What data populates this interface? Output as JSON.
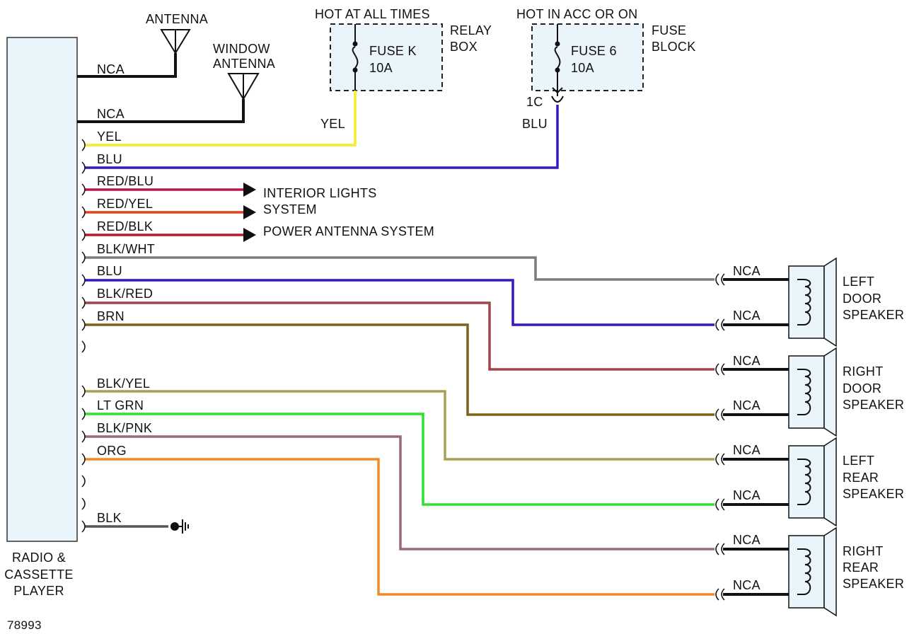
{
  "radio": {
    "label_lines": [
      "RADIO &",
      "CASSETTE",
      "PLAYER"
    ]
  },
  "antennas": {
    "antenna_label": "ANTENNA",
    "window_antenna_lines": [
      "WINDOW",
      "ANTENNA"
    ]
  },
  "relay_box": {
    "header": "HOT AT ALL TIMES",
    "fuse_name": "FUSE K",
    "fuse_rating": "10A",
    "name_lines": [
      "RELAY",
      "BOX"
    ],
    "wire_label": "YEL"
  },
  "fuse_block": {
    "header": "HOT IN ACC OR ON",
    "fuse_name": "FUSE 6",
    "fuse_rating": "10A",
    "name_lines": [
      "FUSE",
      "BLOCK"
    ],
    "connector": "1C",
    "wire_label": "BLU"
  },
  "wires": [
    {
      "label": "NCA",
      "color": "#111111"
    },
    {
      "label": "NCA",
      "color": "#111111"
    },
    {
      "label": "YEL",
      "color": "#f2ec2c"
    },
    {
      "label": "BLU",
      "color": "#3a16c2"
    },
    {
      "label": "RED/BLU",
      "color": "#b6174f"
    },
    {
      "label": "RED/YEL",
      "color": "#e0451a"
    },
    {
      "label": "RED/BLK",
      "color": "#b01c2e"
    },
    {
      "label": "BLK/WHT",
      "color": "#7d7d7d"
    },
    {
      "label": "BLU",
      "color": "#3a16c2"
    },
    {
      "label": "BLK/RED",
      "color": "#a0434c"
    },
    {
      "label": "BRN",
      "color": "#7d6318"
    },
    {
      "label": "BLK/YEL",
      "color": "#a9a052"
    },
    {
      "label": "LT GRN",
      "color": "#2fe02f"
    },
    {
      "label": "BLK/PNK",
      "color": "#9a6a7a"
    },
    {
      "label": "ORG",
      "color": "#ef8a25"
    },
    {
      "label": "BLK",
      "color": "#555555"
    }
  ],
  "destinations": {
    "interior_lights_lines": [
      "INTERIOR LIGHTS",
      "SYSTEM"
    ],
    "power_antenna": "POWER ANTENNA SYSTEM"
  },
  "speakers": [
    {
      "name_lines": [
        "LEFT",
        "DOOR",
        "SPEAKER"
      ],
      "terminal_labels": [
        "NCA",
        "NCA"
      ]
    },
    {
      "name_lines": [
        "RIGHT",
        "DOOR",
        "SPEAKER"
      ],
      "terminal_labels": [
        "NCA",
        "NCA"
      ]
    },
    {
      "name_lines": [
        "LEFT",
        "REAR",
        "SPEAKER"
      ],
      "terminal_labels": [
        "NCA",
        "NCA"
      ]
    },
    {
      "name_lines": [
        "RIGHT",
        "REAR",
        "SPEAKER"
      ],
      "terminal_labels": [
        "NCA",
        "NCA"
      ]
    }
  ],
  "figure_number": "78993"
}
